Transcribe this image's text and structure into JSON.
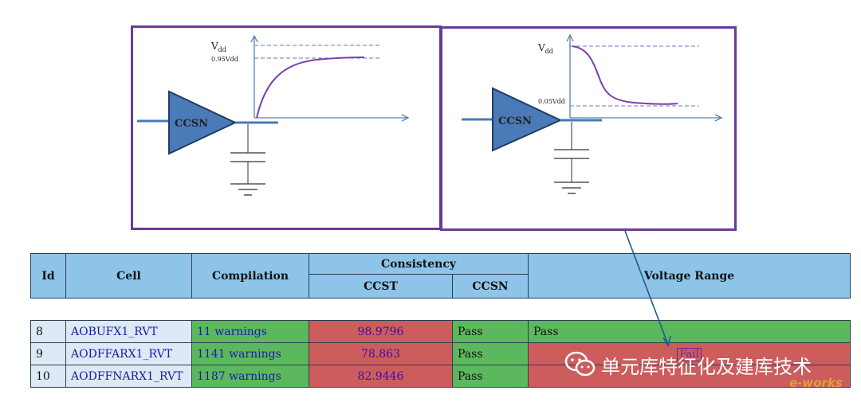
{
  "diagram": {
    "left": {
      "vdd_label": "V",
      "vdd_sub": "dd",
      "level_label": "0.95Vdd",
      "driver_label": "CCSN"
    },
    "right": {
      "vdd_label": "V",
      "vdd_sub": "dd",
      "level_label": "0.05Vdd",
      "driver_label": "CCSN"
    }
  },
  "table": {
    "headers": {
      "id": "Id",
      "cell": "Cell",
      "compilation": "Compilation",
      "consistency": "Consistency",
      "ccst": "CCST",
      "ccsn": "CCSN",
      "voltage_range": "Voltage Range"
    },
    "rows": [
      {
        "id": "8",
        "cell": "AOBUFX1_RVT",
        "compilation": "11 warnings",
        "ccst": "98.9796",
        "ccsn": "Pass",
        "voltage_range": "Pass"
      },
      {
        "id": "9",
        "cell": "AODFFARX1_RVT",
        "compilation": "1141 warnings",
        "ccst": "78.863",
        "ccsn": "Pass",
        "voltage_range": "Fail"
      },
      {
        "id": "10",
        "cell": "AODFFNARX1_RVT",
        "compilation": "1187 warnings",
        "ccst": "82.9446",
        "ccsn": "Pass",
        "voltage_range": ""
      }
    ]
  },
  "watermark": {
    "text": "单元库特征化及建库技术",
    "icon": "wechat-icon",
    "brand": "e-works"
  },
  "colors": {
    "pass": "#5cb85c",
    "fail": "#cd5c5c",
    "header": "#8ec4e8",
    "frame": "#6b3a99",
    "driver": "#4a7ab8"
  }
}
